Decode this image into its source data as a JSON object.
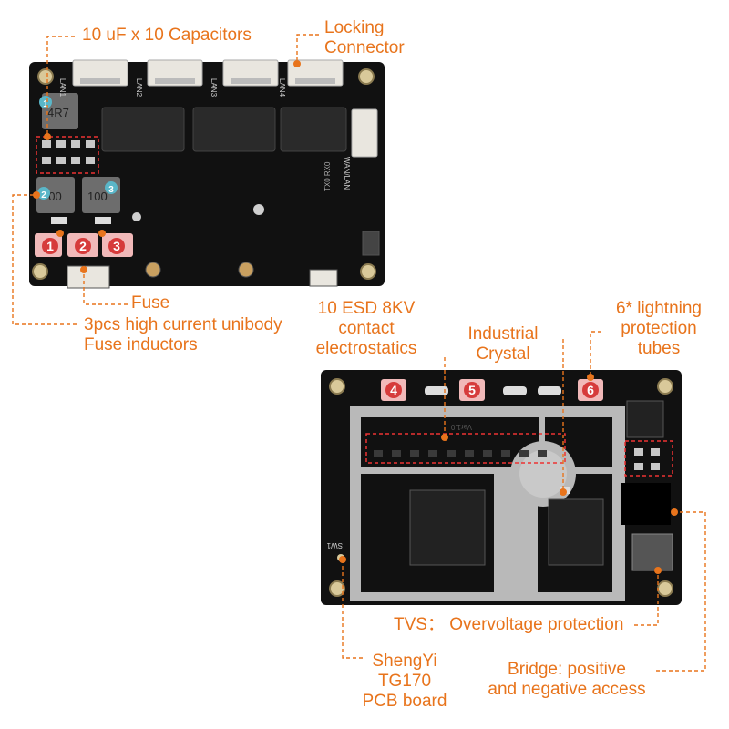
{
  "accent_color": "#e8741c",
  "board_color": "#111111",
  "shield_color": "#b9b9b9",
  "top_board": {
    "silkscreen": [
      "LAN1",
      "LAN2",
      "LAN3",
      "LAN4",
      "WAN/LAN",
      "4R7",
      "100",
      "100"
    ],
    "badges": [
      "1",
      "2",
      "3"
    ]
  },
  "bottom_board": {
    "silkscreen": [
      "Ver1.0",
      "SW1"
    ],
    "badges": [
      "4",
      "5",
      "6"
    ]
  },
  "labels": {
    "capacitors": "10 uF x 10 Capacitors",
    "locking_connector": "Locking\nConnector",
    "fuse": "Fuse",
    "inductors": "3pcs high current unibody\nFuse inductors",
    "esd": "10 ESD 8KV\ncontact\nelectrostatics",
    "crystal": "Industrial\nCrystal",
    "lightning": "6* lightning\nprotection\ntubes",
    "tvs": "TVS： Overvoltage protection",
    "pcb": "ShengYi\nTG170\nPCB board",
    "bridge": "Bridge: positive\nand negative access"
  }
}
